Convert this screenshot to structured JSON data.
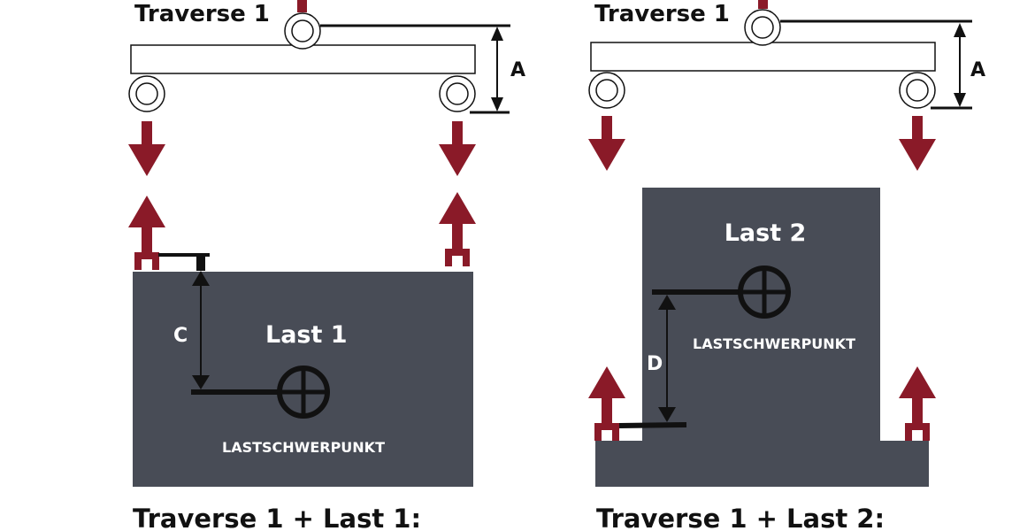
{
  "colors": {
    "load": "#484c56",
    "arrow": "#8a1a28",
    "line": "#111111",
    "text_on_load": "#ffffff"
  },
  "left_panel": {
    "traverse_label": "Traverse 1",
    "dimension_a": "A",
    "dimension_c": "C",
    "load_label": "Last 1",
    "cog_label": "LASTSCHWERPUNKT",
    "caption": "Traverse 1 + Last 1:"
  },
  "right_panel": {
    "traverse_label": "Traverse 1",
    "dimension_a": "A",
    "dimension_d": "D",
    "load_label": "Last 2",
    "cog_label": "LASTSCHWERPUNKT",
    "caption": "Traverse 1 + Last 2:"
  }
}
